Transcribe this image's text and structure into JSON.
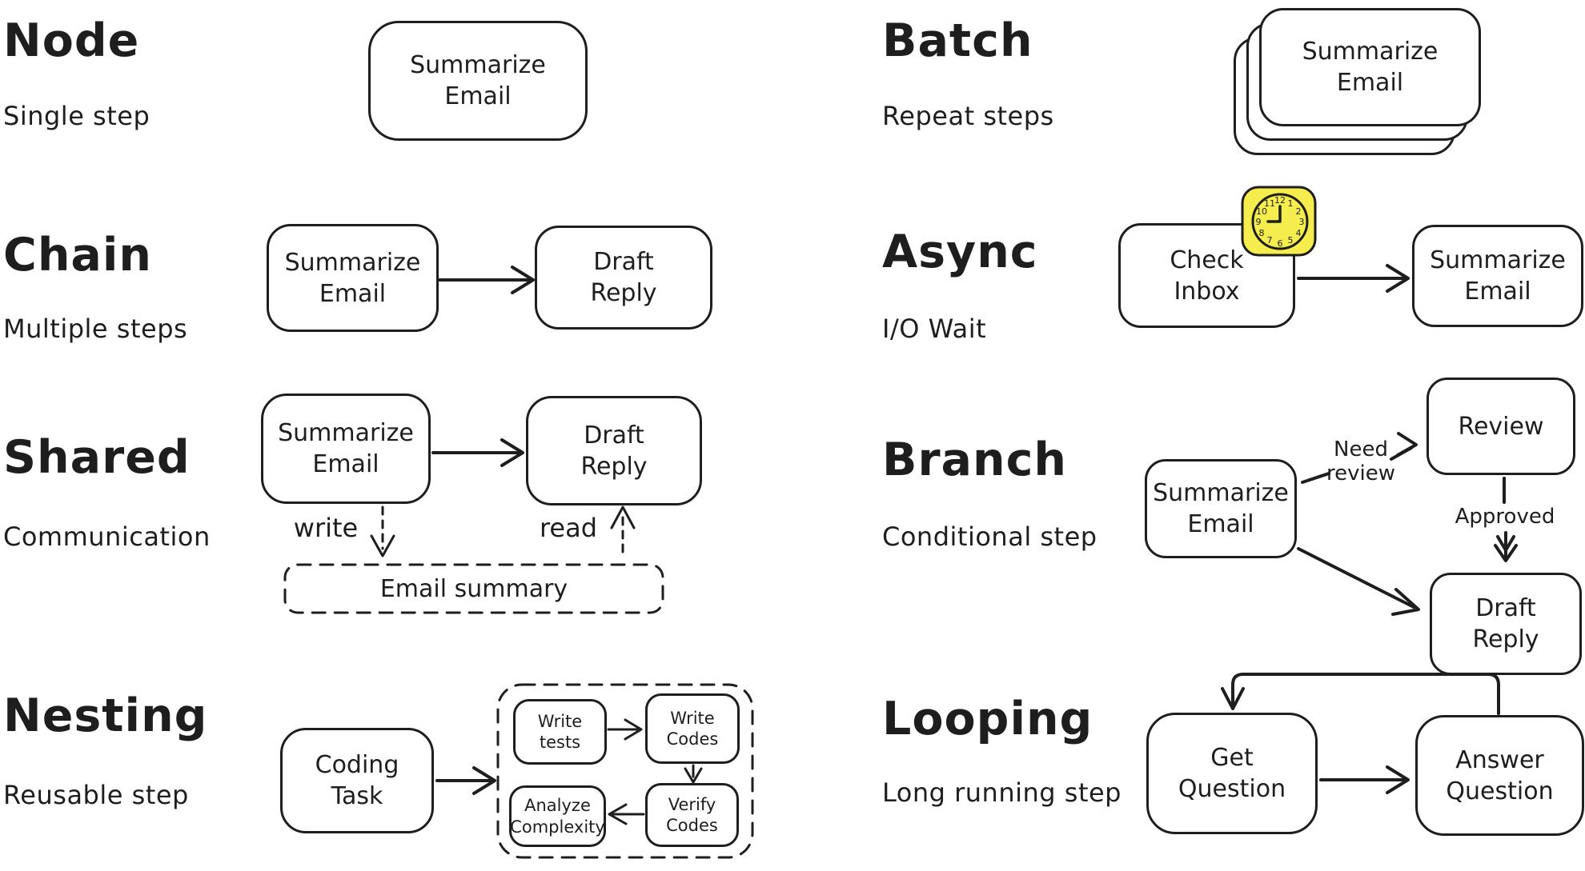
{
  "colors": {
    "background": "#ffffff",
    "stroke": "#1e1e1e",
    "clock_fill": "#f5ec4e"
  },
  "sections": {
    "node": {
      "title": "Node",
      "subtitle": "Single step",
      "box_label": "Summarize\nEmail"
    },
    "batch": {
      "title": "Batch",
      "subtitle": "Repeat steps",
      "box_label": "Summarize\nEmail"
    },
    "chain": {
      "title": "Chain",
      "subtitle": "Multiple steps",
      "box1_label": "Summarize\nEmail",
      "box2_label": "Draft\nReply"
    },
    "async": {
      "title": "Async",
      "subtitle": "I/O Wait",
      "box1_label": "Check\nInbox",
      "box2_label": "Summarize\nEmail",
      "clock_numbers": [
        "12",
        "1",
        "2",
        "3",
        "4",
        "5",
        "6",
        "7",
        "8",
        "9",
        "10",
        "11"
      ]
    },
    "shared": {
      "title": "Shared",
      "subtitle": "Communication",
      "box1_label": "Summarize\nEmail",
      "box2_label": "Draft\nReply",
      "store_label": "Email summary",
      "write_label": "write",
      "read_label": "read"
    },
    "branch": {
      "title": "Branch",
      "subtitle": "Conditional step",
      "source_label": "Summarize\nEmail",
      "review_label": "Review",
      "draft_label": "Draft\nReply",
      "need_review_label": "Need\nreview",
      "approved_label": "Approved"
    },
    "nesting": {
      "title": "Nesting",
      "subtitle": "Reusable step",
      "outer_label": "Coding\nTask",
      "inner1_label": "Write\ntests",
      "inner2_label": "Write\nCodes",
      "inner3_label": "Analyze\nComplexity",
      "inner4_label": "Verify\nCodes"
    },
    "looping": {
      "title": "Looping",
      "subtitle": "Long running step",
      "box1_label": "Get\nQuestion",
      "box2_label": "Answer\nQuestion"
    }
  }
}
